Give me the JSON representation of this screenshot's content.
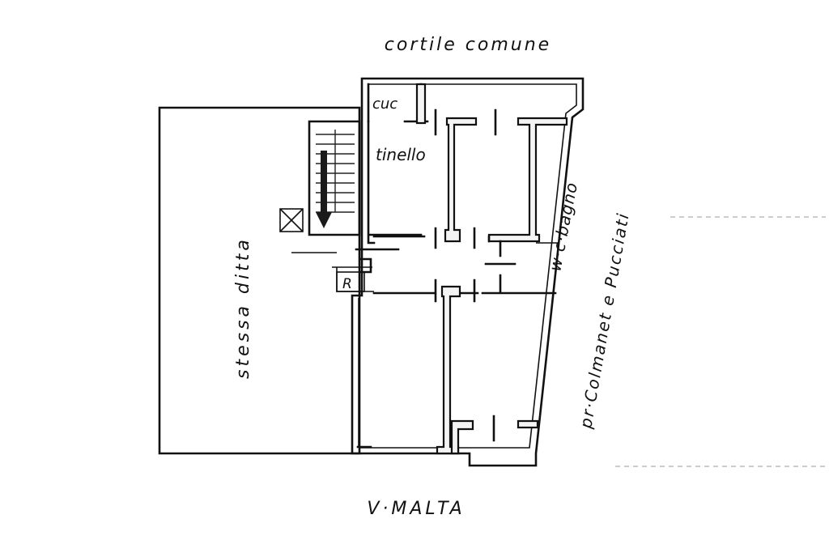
{
  "labels": {
    "north_court": "cortile comune",
    "kitchen": "cuc",
    "dining": "tinello",
    "bathroom": "w·c·bagno",
    "east_property": "pr·Colmanet e Pucciati",
    "west_property": "stessa ditta",
    "riser": "R",
    "street": "V·MALTA"
  }
}
